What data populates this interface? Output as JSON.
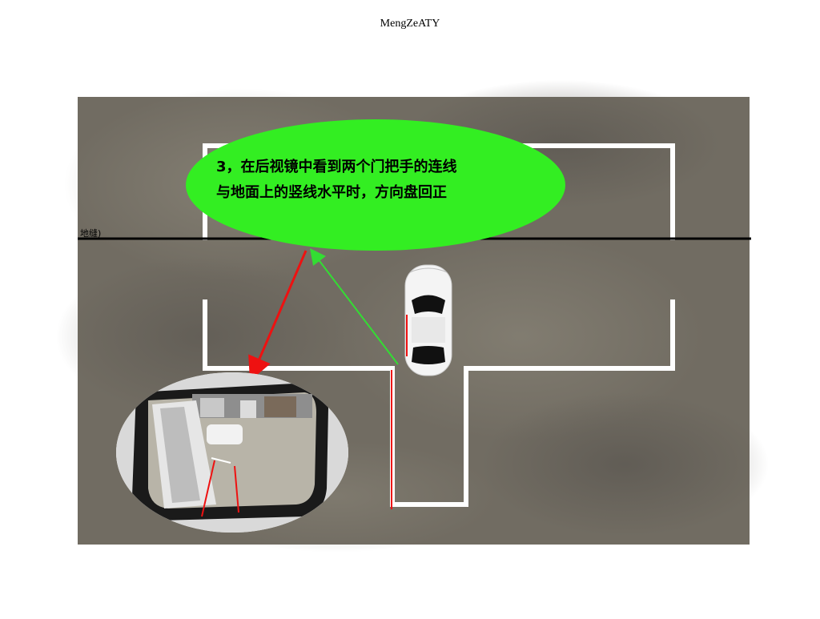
{
  "header": {
    "title": "MengZeATY"
  },
  "labels": {
    "ground_seam": "地缝)"
  },
  "instruction": {
    "line1": "3，在后视镜中看到两个门把手的连线",
    "line2": "与地面上的竖线水平时，方向盘回正"
  },
  "colors": {
    "bubble": "#33ee22",
    "arrow_red": "#ee1111",
    "arrow_green": "#33dd33",
    "parking_line": "#ffffff",
    "ground_seam": "#000000",
    "ground": "#6e6a60"
  },
  "icons": {
    "car": "car-top-view-icon",
    "mirror": "side-mirror-icon"
  }
}
